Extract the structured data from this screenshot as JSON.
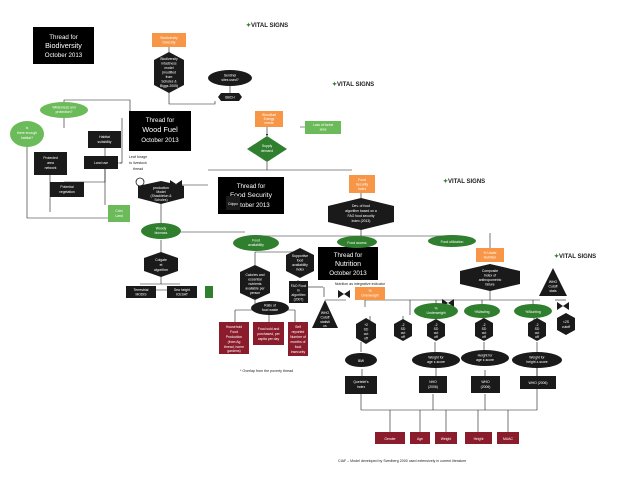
{
  "logos": [
    "VITAL SIGNS",
    "VITAL SIGNS",
    "VITAL SIGNS",
    "VITAL SIGNS"
  ],
  "titles": {
    "biodiversity": [
      "Thread for",
      "Biodiversity",
      "October 2013"
    ],
    "wood_fuel": [
      "Thread for",
      "Wood Fuel",
      "October 2013"
    ],
    "food_security": [
      "Thread for",
      "Food Security",
      "October 2013"
    ],
    "nutrition": [
      "Thread for",
      "Nutrition",
      "October 2013",
      "Nutrition as integrative indicator"
    ]
  },
  "biodiversity_thread": {
    "biodiversity_top": [
      "Biodiversity",
      "Diversity"
    ],
    "model_hex": [
      "Biodiversity",
      "intactness",
      "model",
      "(modified",
      "from",
      "Scholes &",
      "Biggs 2005)"
    ],
    "sentinel_site": [
      "Sentinel",
      "sites used?"
    ],
    "bbch": "BBCH",
    "wilderness_q": [
      "Wilderness and",
      "protection?"
    ],
    "connectivity_q": [
      "Is",
      "there enough",
      "habitat?"
    ],
    "habitat_suitability": [
      "Habitat",
      "suitability"
    ],
    "protected_area": [
      "Protected",
      "area",
      "network"
    ],
    "land_use": "Land use",
    "potential_vegetation": [
      "Potential",
      "vegetation"
    ]
  },
  "wood_fuel_thread": {
    "leaf_forage": [
      "Leaf forage",
      "to livestock",
      "thread"
    ],
    "wood_fuel_energy": [
      "Woodfuel",
      "Energy",
      "needs"
    ],
    "loss_forest": [
      "Loss of forest",
      "area"
    ],
    "supply_demand": [
      "Supply",
      "demand"
    ],
    "production_model": [
      "production",
      "Model",
      "(Shackleton &",
      "Scholes)"
    ],
    "woody_biomass": [
      "Woody",
      "biomass"
    ],
    "cdm": [
      "Cdm",
      "Land"
    ],
    "cdppo": [
      "Cdppo"
    ],
    "colgate": [
      "Colgate",
      "et",
      "algorithm"
    ],
    "terrestrial_modis": [
      "Terrestrial",
      "MODIS"
    ],
    "sea_height": [
      "Sea height",
      "ICESAT"
    ]
  },
  "food_security_thread": {
    "food_security_box": [
      "Food",
      "Security",
      "Index"
    ],
    "composite_hex": [
      "Dev. of food",
      "algorithm based on a",
      "FAO food security",
      "index (2013)"
    ],
    "food_availability": [
      "Food",
      "availability"
    ],
    "food_access": "Food access",
    "food_utilization": "Food utilization",
    "calories_hex": [
      "Calories and",
      "essential",
      "nutrients",
      "available per",
      "person"
    ],
    "supportive_food": [
      "Supportive",
      "food",
      "availability",
      "index"
    ],
    "fao_food_algorithm": [
      "FAO Food",
      "in",
      "algorithm",
      "(2007)"
    ],
    "ratio_food_waste": [
      "Ratio of",
      "food waste"
    ],
    "household_food": [
      "Household",
      "Food",
      "Production",
      "(from Ag",
      "thread, home",
      "gardens)"
    ],
    "food_sold": [
      "Food sold and",
      "purchased, per",
      "capita per day"
    ],
    "self_reported": [
      "Self",
      "reported",
      "Number of",
      "months of",
      "food",
      "insecurity"
    ],
    "footnote": "* Overlap from the poverty thread"
  },
  "nutrition_thread": {
    "pct_under_nutrition": [
      "% Under",
      "Nutrition"
    ],
    "composite_index": [
      "Composite",
      "Index of",
      "anthropometric",
      "failure"
    ],
    "who_cutoff": [
      "WHO",
      "Cutoff",
      "stats"
    ],
    "pct_overweight": [
      "%",
      "Overweight"
    ],
    "who_cutoff_stats": [
      "WHO",
      "Cutoff",
      "statisti",
      "cs"
    ],
    "pct_underweight": [
      "%",
      "Underweight"
    ],
    "pct_wasting": "%Wasting",
    "pct_stunting": "%Stunting",
    "sd_hexes": [
      "+2",
      "SD",
      "cut",
      "off"
    ],
    "sd_a": [
      "-2",
      "SD",
      "cut",
      "off"
    ],
    "sd_b": [
      "-2",
      "SD",
      "cut",
      "off"
    ],
    "sd_c": [
      "-2",
      "SD",
      "cut",
      "off"
    ],
    "sd_d": [
      "-2",
      "SD",
      "cut",
      "off"
    ],
    "sd_e": [
      "-2",
      "SD",
      "cut",
      "off"
    ],
    "who_right": [
      "<2S",
      "cutoff"
    ],
    "bmi": "BMI",
    "weight_height": [
      "Weight for",
      "age z-score"
    ],
    "height_age": [
      "Height for",
      "age z-score"
    ],
    "weight_height_z": [
      "Weight for",
      "height z-score"
    ],
    "quetelets_index": [
      "Quetelet's",
      "Index"
    ],
    "nhc_2006": [
      "NHO",
      "(2006)"
    ],
    "who_2006": [
      "WHO",
      "(2006)"
    ],
    "who_2006b": "WHO (2006)",
    "gender": "Gender",
    "age": "Age",
    "weight": "Weight",
    "height": "Height",
    "muac": "MUAC"
  },
  "footer": "CIAF – Model developed by Svedberg 2000 used extensively in current literature",
  "colors": {
    "title_bg": "#000000",
    "orange": "#f79646",
    "green": "#2f7f2f",
    "light_green": "#6cbb5a",
    "maroon": "#8b1c2c",
    "dark": "#1a1a1a"
  }
}
